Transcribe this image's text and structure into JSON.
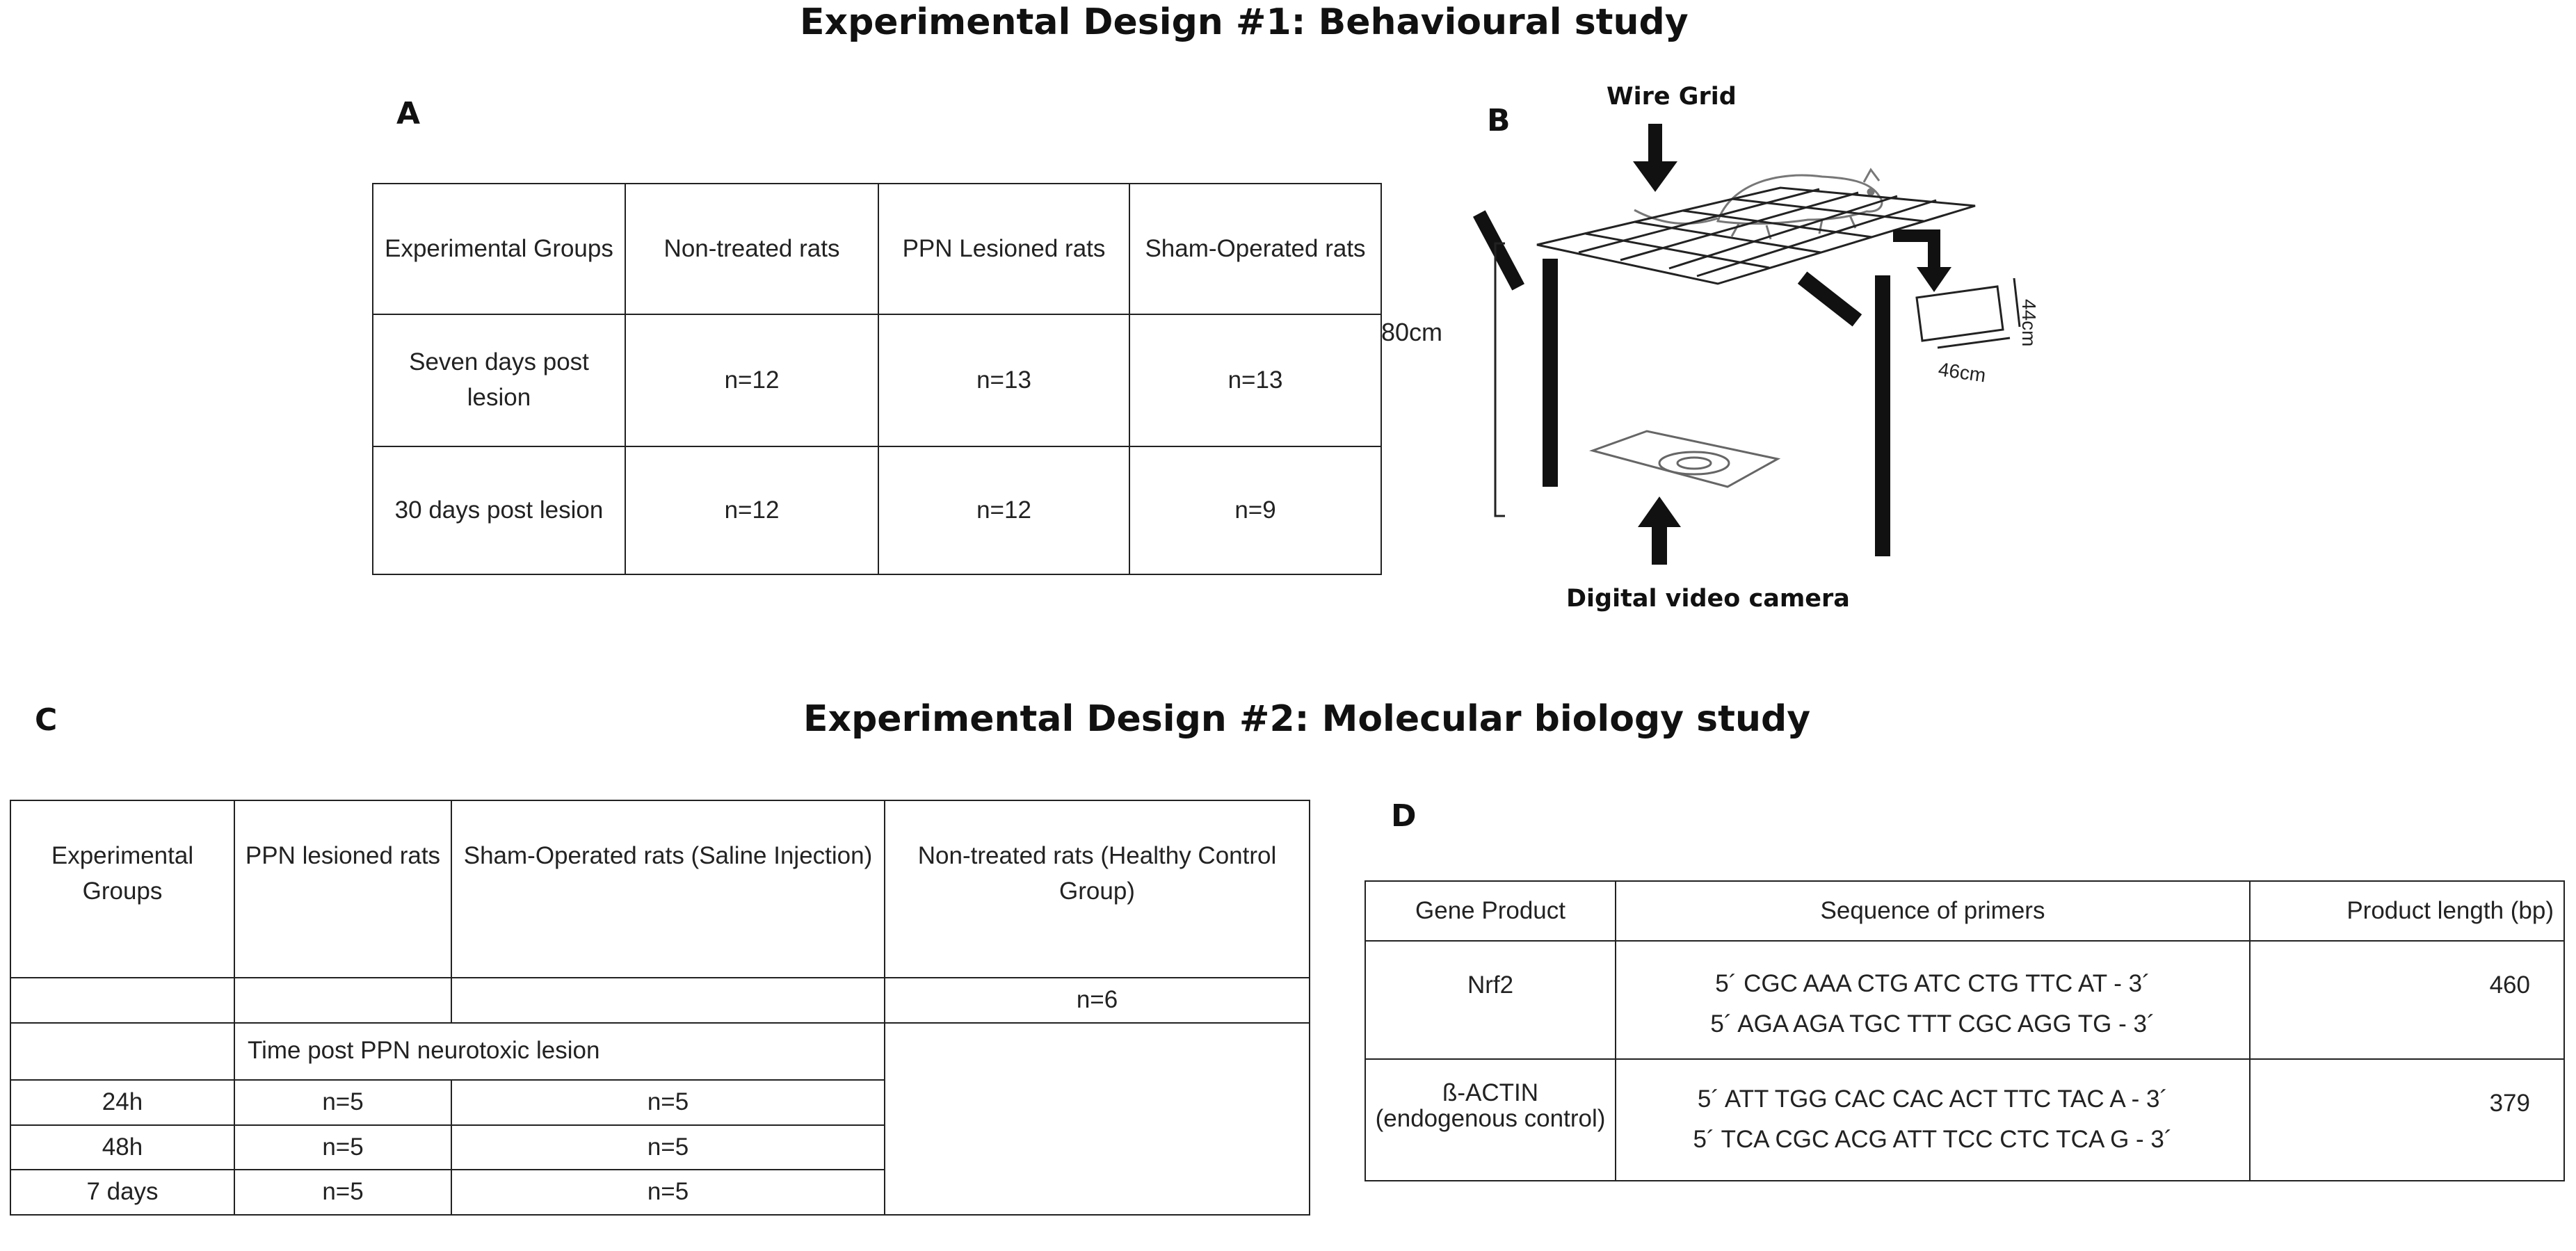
{
  "titles": {
    "design1": "Experimental Design #1: Behavioural study",
    "design2": "Experimental Design #2: Molecular biology study"
  },
  "panels": {
    "a": "A",
    "b": "B",
    "c": "C",
    "d": "D"
  },
  "table_a": {
    "header": [
      "Experimental Groups",
      "Non-treated rats",
      "PPN Lesioned rats",
      "Sham-Operated rats"
    ],
    "rows": [
      [
        "Seven days post lesion",
        "n=12",
        "n=13",
        "n=13"
      ],
      [
        "30 days post lesion",
        "n=12",
        "n=12",
        "n=9"
      ]
    ]
  },
  "apparatus": {
    "wire_grid": "Wire Grid",
    "camera": "Digital video camera",
    "height": "80cm",
    "width": "46cm",
    "depth": "44cm"
  },
  "table_c": {
    "header": [
      "Experimental Groups",
      "PPN lesioned rats",
      "Sham-Operated rats (Saline Injection)",
      "Non-treated rats (Healthy Control Group)"
    ],
    "healthy_n": "n=6",
    "time_label": "Time post PPN neurotoxic lesion",
    "rows": [
      [
        "24h",
        "n=5",
        "n=5"
      ],
      [
        "48h",
        "n=5",
        "n=5"
      ],
      [
        "7 days",
        "n=5",
        "n=5"
      ]
    ]
  },
  "table_d": {
    "header": [
      "Gene Product",
      "Sequence of primers",
      "Product length (bp)"
    ],
    "rows": [
      {
        "gene": "Nrf2",
        "primers": [
          "5´ CGC AAA CTG ATC CTG TTC AT - 3´",
          "5´ AGA AGA TGC TTT CGC AGG TG - 3´"
        ],
        "length": "460"
      },
      {
        "gene": "ß-ACTIN (endogenous control)",
        "primers": [
          "5´ ATT TGG CAC CAC ACT TTC TAC A - 3´",
          "5´ TCA CGC ACG ATT TCC CTC TCA G - 3´"
        ],
        "length": "379"
      }
    ]
  }
}
